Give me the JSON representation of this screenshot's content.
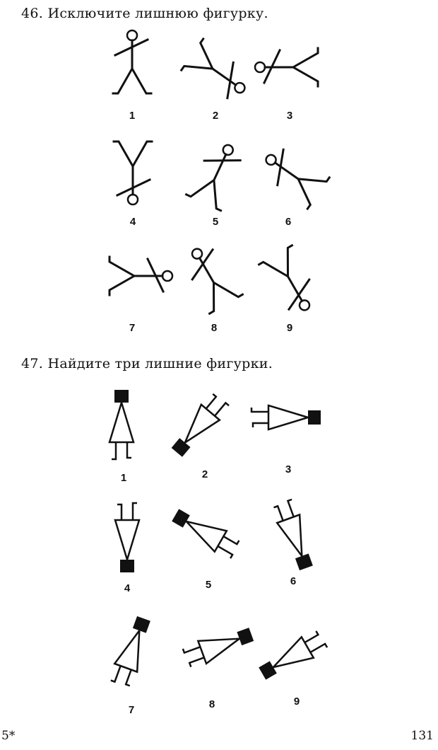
{
  "exercise_46": {
    "heading": "46. Исключите лишнюю фигурку.",
    "labels": [
      "1",
      "2",
      "3",
      "4",
      "5",
      "6",
      "7",
      "8",
      "9"
    ]
  },
  "exercise_47": {
    "heading": "47. Найдите три лишние фигурки.",
    "labels": [
      "1",
      "2",
      "3",
      "4",
      "5",
      "6",
      "7",
      "8",
      "9"
    ]
  },
  "footer": {
    "signature": "5*",
    "page_number": "131"
  }
}
